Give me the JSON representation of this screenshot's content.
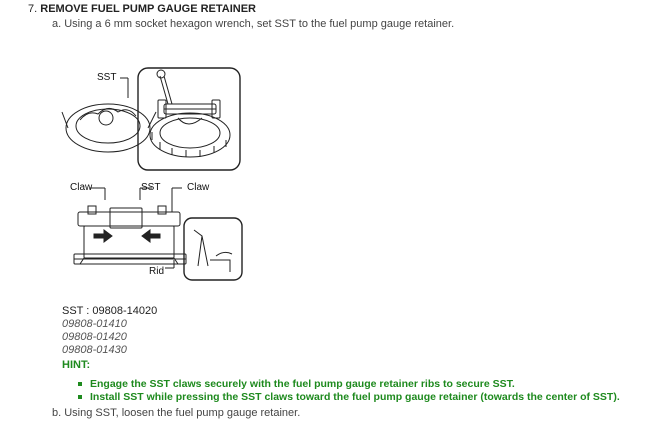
{
  "step": {
    "number": "7.",
    "title": "REMOVE FUEL PUMP GAUGE RETAINER",
    "sub_a": "a. Using a 6 mm socket hexagon wrench, set SST to the fuel pump gauge retainer.",
    "sub_b": "b. Using SST, loosen the fuel pump gauge retainer."
  },
  "figure": {
    "labels": {
      "sst_top": "SST",
      "claw_left": "Claw",
      "sst_mid": "SST",
      "claw_right": "Claw",
      "rid": "Rid"
    }
  },
  "sst": {
    "main": "SST : 09808-14020",
    "alternates": [
      "09808-01410",
      "09808-01420",
      "09808-01430"
    ]
  },
  "hint": {
    "label": "HINT:",
    "items": [
      "Engage the SST claws securely with the fuel pump gauge retainer ribs to secure SST.",
      "Install SST while pressing the SST claws toward the fuel pump gauge retainer (towards the center of SST)."
    ],
    "color": "#1e8a1e"
  }
}
